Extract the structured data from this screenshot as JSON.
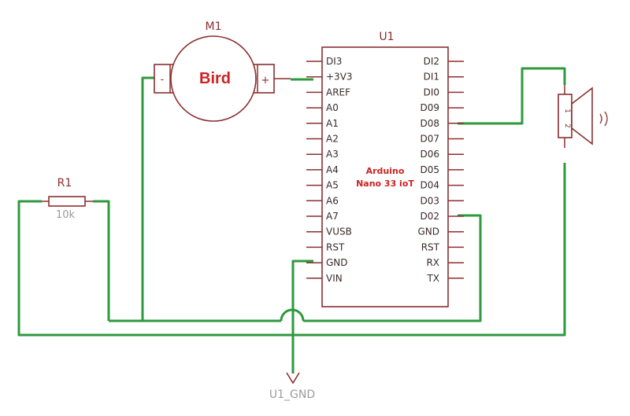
{
  "colors": {
    "wire": "#2e9a3e",
    "component": "#8b2f2f",
    "label": "#8f2d2d",
    "brand": "#cc2222"
  },
  "motor": {
    "ref": "M1",
    "label": "Bird",
    "minus": "-",
    "plus": "+"
  },
  "resistor": {
    "ref": "R1",
    "value": "10k"
  },
  "mcu": {
    "ref": "U1",
    "name_line1": "Arduino",
    "name_line2": "Nano 33 ioT",
    "left_pins": [
      "DI3",
      "+3V3",
      "AREF",
      "A0",
      "A1",
      "A2",
      "A3",
      "A4",
      "A5",
      "A6",
      "A7",
      "VUSB",
      "RST",
      "GND",
      "VIN"
    ],
    "right_pins": [
      "DI2",
      "DI1",
      "DI0",
      "D09",
      "D08",
      "D07",
      "D06",
      "D05",
      "D04",
      "D03",
      "D02",
      "GND",
      "RST",
      "RX",
      "TX"
    ]
  },
  "speaker": {
    "pin1": "1",
    "pin2": "2"
  },
  "ground": {
    "label": "U1_GND"
  }
}
